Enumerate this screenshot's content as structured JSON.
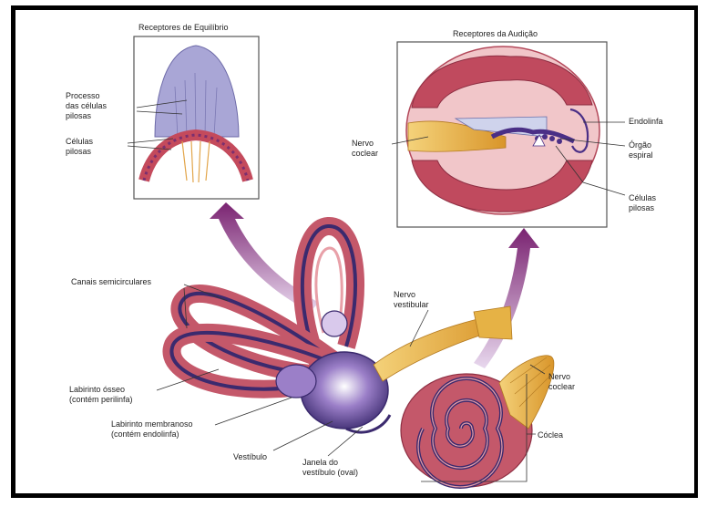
{
  "panels": {
    "balance_title": "Receptores de Equilíbrio",
    "hearing_title": "Receptores da Audição"
  },
  "labels": {
    "processo": "Processo\ndas células\npilosas",
    "celulas_pilosas_left": "Células\npilosas",
    "nervo_coclear_left": "Nervo\ncoclear",
    "endolinfa": "Endolinfa",
    "orgao_espiral": "Órgão\nespiral",
    "celulas_pilosas_right": "Células\npilosas",
    "canais": "Canais semicirculares",
    "nervo_vestibular": "Nervo\nvestibular",
    "labirinto_osseo": "Labirinto ósseo\n(contém perilinfa)",
    "labirinto_membranoso": "Labirinto membranoso\n(contém endolinfa)",
    "nervo_coclear_right": "Nervo\ncoclear",
    "coclea": "Cóclea",
    "vestibulo": "Vestíbulo",
    "janela": "Janela do\nvestíbulo (oval)"
  },
  "colors": {
    "bone": "#c4586a",
    "bone_light": "#e8a0a8",
    "membrane": "#3b2a6e",
    "nerve": "#e3a72c",
    "arrow": "#8a2e7e",
    "cupula": "#a9a6d6"
  }
}
